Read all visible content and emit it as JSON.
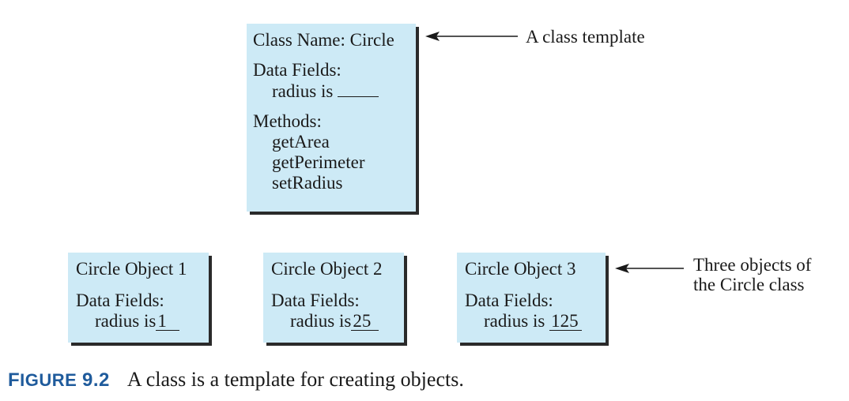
{
  "class_box": {
    "title": "Class Name: Circle",
    "fields_heading": "Data Fields:",
    "field": "radius is",
    "methods_heading": "Methods:",
    "methods": [
      "getArea",
      "getPerimeter",
      "setRadius"
    ]
  },
  "class_label": "A class template",
  "objects": [
    {
      "title": "Circle Object 1",
      "fields_heading": "Data Fields:",
      "field": "radius is",
      "value": "1"
    },
    {
      "title": "Circle Object 2",
      "fields_heading": "Data Fields:",
      "field": "radius is",
      "value": "25"
    },
    {
      "title": "Circle Object 3",
      "fields_heading": "Data Fields:",
      "field": "radius is",
      "value": "125"
    }
  ],
  "objects_label": [
    "Three objects of",
    "the Circle class"
  ],
  "caption": {
    "figure_prefix": "F",
    "figure_word_rest": "IGURE",
    "figure_number": "9.2",
    "text": "A class is a template for creating objects."
  },
  "colors": {
    "box_fill": "#cdeaf6",
    "caption_accent": "#1f5b9c"
  }
}
